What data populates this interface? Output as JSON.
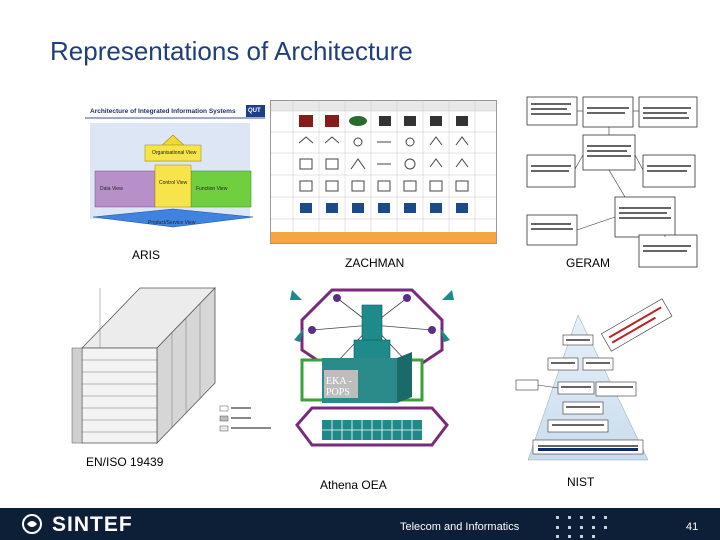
{
  "slide": {
    "title": "Representations of Architecture",
    "page_number": "41"
  },
  "captions": {
    "aris": "ARIS",
    "zachman": "ZACHMAN",
    "geram": "GERAM",
    "en_iso": "EN/ISO 19439",
    "athena": "Athena OEA",
    "nist": "NIST"
  },
  "aris": {
    "header": "Architecture of Integrated Information Systems",
    "logo": "QUT",
    "org_view": "Organisational View",
    "data_view": "Data View",
    "control_view": "Control View",
    "function_view": "Function View",
    "product_view": "Product/Service View"
  },
  "athena": {
    "label_line1": "EKA -",
    "label_line2": "POPS"
  },
  "footer": {
    "brand": "SINTEF",
    "department": "Telecom and Informatics"
  },
  "colors": {
    "title": "#1f3f7a",
    "footer_bg": "#0d1f36",
    "aris_yellow": "#f7e34a",
    "aris_green": "#6fcf3e",
    "aris_purple": "#b78fc9"
  }
}
